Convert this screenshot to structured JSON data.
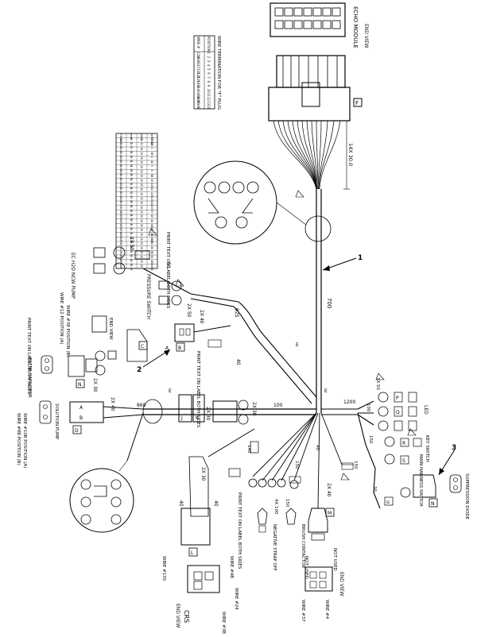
{
  "callouts": {
    "one": "1",
    "two": "2",
    "three": "3"
  },
  "connectors": {
    "echo_module": "ECHO MODULE",
    "end_view": "END VIEW",
    "f": "F",
    "c": "C",
    "a": "A",
    "b": "B",
    "n": "N",
    "d": "D",
    "l": "L",
    "m": "M",
    "j": "J",
    "k": "K",
    "r": "R",
    "s": "S",
    "p": "P",
    "q": "Q",
    "e": "E",
    "g": "G",
    "crs": "CRS"
  },
  "labels": {
    "pressure_switch": "PRESSURE SWITCH",
    "filter_capacitor": "FILTER CAPACITOR",
    "solution_pump": "SOLUTION PUMP",
    "ec_h2o_pump": "EC H2O NCW PUMP",
    "led": "LED",
    "key_switch": "KEY SWITCH",
    "main_harness_switch": "MAIN HARNESS SWITCH",
    "suppression_diode": "SUPPRESSION DIODE",
    "negative_strap": "NEGATIVE STRAP OFF",
    "brush_contactor": "BRUSH CONTACTOR",
    "not_used_1": "NOT USED",
    "not_used_2": "NOT USED",
    "print_text_1": "PRINT TEXT ON LABEL BOTH SIDES",
    "print_text_2": "PRINT TEXT ON LABEL BOTH SIDES",
    "print_text_3": "PRINT TEXT ON LABEL BOTH SIDES",
    "print_text_4": "PRINT TEXT ON LABEL BOTH SIDES",
    "wire_8b": "WIRE #8B POSITION (B)",
    "wire_10b": "WIRE #10B POSITION (A)",
    "wire_12": "WIRE #12 POSITION (A)",
    "wire_38": "WIRE #38 POSITION (B)",
    "wire_13s": "WIRE #13S",
    "wire_4b": "WIRE #4B",
    "wire_24": "WIRE #24",
    "wire_3b": "WIRE #3B",
    "wire_37": "WIRE #37",
    "wire_4": "WIRE #4",
    "dim_main": "14X 30.0",
    "dim_700": "700",
    "dim_625": "625",
    "dim_40a": "40",
    "dim_40b": "40",
    "dim_40c": "40",
    "dim_860": "860",
    "dim_100a": "100",
    "dim_100b": "100",
    "dim_1200": "1200",
    "dim_150a": "150",
    "dim_150b": "150",
    "dim_150c": "150",
    "dim_140": "140",
    "dim_50": "50",
    "dim_30": "30",
    "dim_2x40a": "2X 40",
    "dim_2x40b": "2X 40",
    "dim_2x40c": "2X 40",
    "dim_2x30a": "2X 30",
    "dim_2x30b": "2X 30",
    "dim_2x50a": "2X 50",
    "dim_2x50b": "2X 50",
    "dim_3x50": "3X 50",
    "dim_4x100": "4X 100",
    "dim_2x30c": "2X 30"
  },
  "wire_table": {
    "title": "WIRE TERMINATION FOR \"F\" PLUG",
    "headers": [
      "POSITION",
      "WIRE #"
    ],
    "rows": [
      [
        "1",
        "12W"
      ],
      [
        "2",
        "48"
      ],
      [
        "3",
        "8B"
      ],
      [
        "4",
        "37"
      ],
      [
        "5",
        "13S"
      ],
      [
        "6",
        "12K"
      ],
      [
        "7",
        "12S"
      ],
      [
        "8",
        "10S"
      ],
      [
        "9",
        "3B"
      ],
      [
        "10",
        "40"
      ],
      [
        "11",
        "4BW"
      ],
      [
        "12",
        "48K"
      ],
      [
        "13",
        "49"
      ],
      [
        "14",
        "8B"
      ]
    ]
  },
  "wire_list": {
    "headers": [
      "WIRE No.",
      "AWG",
      "mm²",
      "COLOR"
    ],
    "rows": [
      [
        "1S",
        "20",
        "0.75",
        "BLK"
      ],
      [
        "2B",
        "12",
        "2.5",
        "BLK"
      ],
      [
        "3",
        "20",
        "0.75",
        "BLK"
      ],
      [
        "3B",
        "20",
        "0.75",
        "BLK"
      ],
      [
        "4",
        "20",
        "0.75",
        "BLK"
      ],
      [
        "4X",
        "20",
        "0.75",
        "BLK"
      ],
      [
        "5",
        "20",
        "0.75",
        "BLK"
      ],
      [
        "6",
        "20",
        "0.75",
        "BLK"
      ],
      [
        "8B",
        "20",
        "0.75",
        "BLK"
      ],
      [
        "10",
        "20",
        "0.75",
        "BLK"
      ],
      [
        "10S",
        "20",
        "0.75",
        "BLK"
      ],
      [
        "12",
        "20",
        "0.75",
        "BLK"
      ],
      [
        "12K",
        "14",
        "2.5",
        "BLK"
      ],
      [
        "12S",
        "20",
        "0.75",
        "BLK"
      ],
      [
        "12W",
        "20",
        "0.75",
        "BLK"
      ],
      [
        "13S",
        "20",
        "0.75",
        "YEL"
      ],
      [
        "37",
        "20",
        "0.75",
        "RED"
      ],
      [
        "40",
        "20",
        "0.75",
        "ORG"
      ],
      [
        "48",
        "20",
        "0.75",
        "GRY"
      ],
      [
        "48K",
        "20",
        "0.75",
        "GRY"
      ],
      [
        "49",
        "20",
        "0.75",
        "GRY"
      ],
      [
        "4B",
        "20",
        "0.75",
        "WHT"
      ],
      [
        "4BW",
        "20",
        "0.75",
        "WHT"
      ],
      [
        "B4",
        "20",
        "0.75",
        "YEL"
      ],
      [
        "8X",
        "20",
        "0.75",
        "YEL"
      ],
      [
        "9B",
        "20",
        "0.75",
        "YEL"
      ],
      [
        "96",
        "20",
        "0.75",
        "BRN"
      ],
      [
        "100",
        "20",
        "0.75",
        "BRN"
      ],
      [
        "100X",
        "20",
        "0.75",
        "GRN"
      ]
    ]
  }
}
